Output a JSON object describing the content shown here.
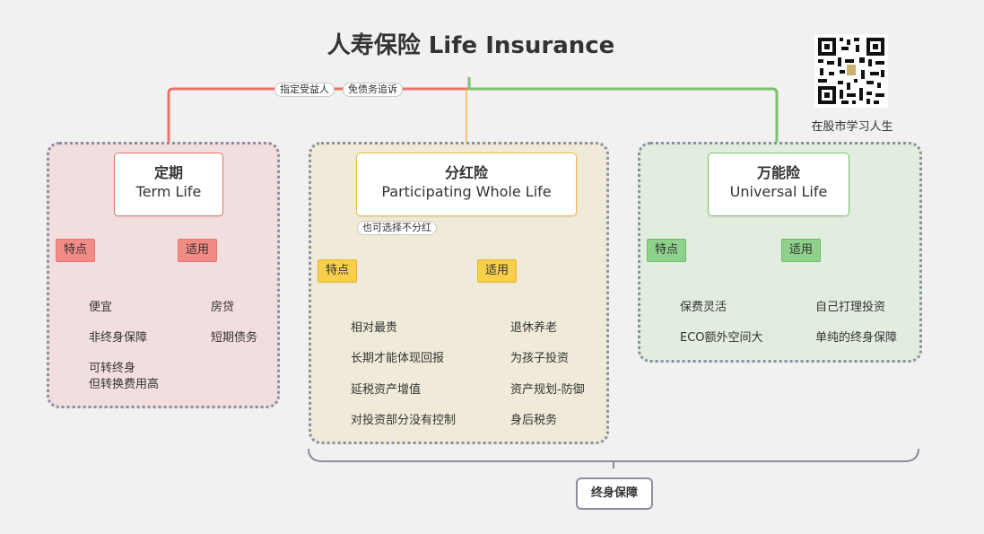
{
  "title": "人寿保险 Life Insurance",
  "qr_caption": "在股市学习人生",
  "root_labels": [
    "指定受益人",
    "免债务追诉"
  ],
  "branches": {
    "term": {
      "zh": "定期",
      "en": "Term Life",
      "features_label": "特点",
      "usage_label": "适用",
      "features": [
        "便宜",
        "非终身保障",
        "可转终身\n但转换费用高"
      ],
      "usage": [
        "房贷",
        "短期债务"
      ]
    },
    "participating": {
      "zh": "分红险",
      "en": "Participating Whole Life",
      "note": "也可选择不分红",
      "features_label": "特点",
      "usage_label": "适用",
      "features": [
        "相对最贵",
        "长期才能体现回报",
        "延税资产增值",
        "对投资部分没有控制"
      ],
      "usage": [
        "退休养老",
        "为孩子投资",
        "资产规划-防御",
        "身后税务"
      ]
    },
    "universal": {
      "zh": "万能险",
      "en": "Universal Life",
      "features_label": "特点",
      "usage_label": "适用",
      "features": [
        "保费灵活",
        "ECO额外空间大"
      ],
      "usage": [
        "自己打理投资",
        "单纯的终身保障"
      ]
    }
  },
  "summary": "终身保障",
  "colors": {
    "term": "#e9756a",
    "participating": "#f3b93f",
    "universal": "#7ec26b",
    "panel_border": "#8a8fa0"
  }
}
